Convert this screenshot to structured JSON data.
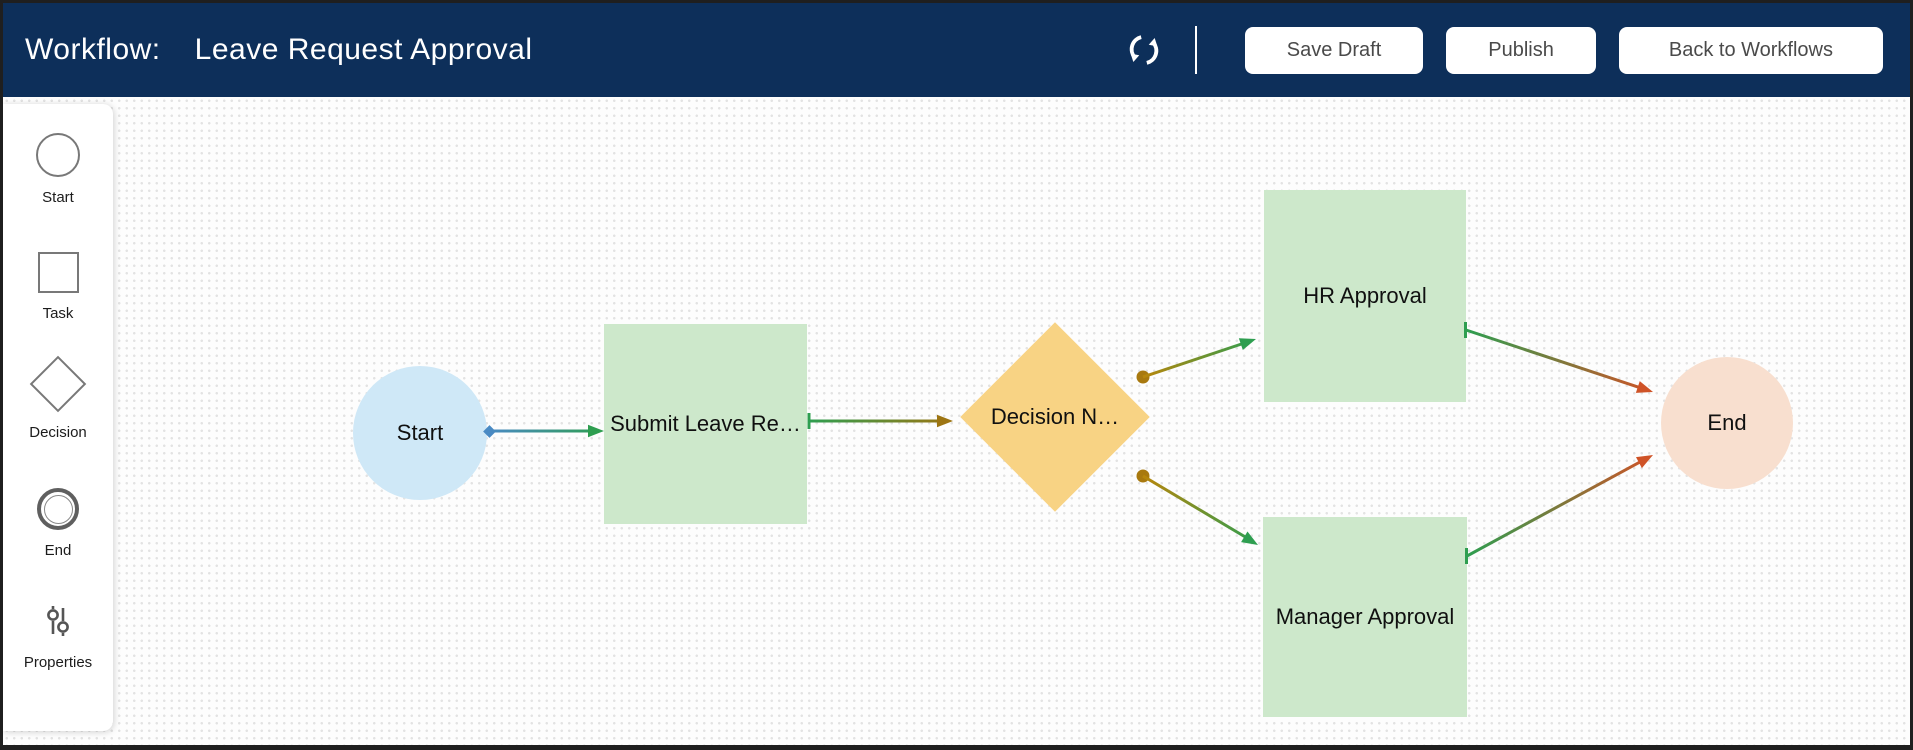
{
  "header": {
    "title_prefix": "Workflow:",
    "workflow_name": "Leave Request Approval",
    "refresh_icon": "refresh-cycle-icon",
    "buttons": {
      "save_draft": "Save Draft",
      "publish": "Publish",
      "back": "Back to Workflows"
    },
    "colors": {
      "bar_bg": "#0d2f5a",
      "button_bg": "#ffffff",
      "button_text": "#4a4a4a"
    }
  },
  "palette": {
    "items": [
      {
        "label": "Start",
        "shape": "circle"
      },
      {
        "label": "Task",
        "shape": "square"
      },
      {
        "label": "Decision",
        "shape": "diamond"
      },
      {
        "label": "End",
        "shape": "double-circle"
      },
      {
        "label": "Properties",
        "shape": "sliders"
      }
    ]
  },
  "canvas": {
    "nodes": [
      {
        "id": "start",
        "type": "start",
        "label": "Start",
        "color": "#cfe8f7"
      },
      {
        "id": "submit-leave-request",
        "type": "task",
        "label": "Submit Leave Re…",
        "color": "#cde8cb"
      },
      {
        "id": "decision-node",
        "type": "decision",
        "label": "Decision N…",
        "color": "#f8d384"
      },
      {
        "id": "hr-approval",
        "type": "task",
        "label": "HR Approval",
        "color": "#cde8cb"
      },
      {
        "id": "manager-approval",
        "type": "task",
        "label": "Manager Approval",
        "color": "#cde8cb"
      },
      {
        "id": "end",
        "type": "end",
        "label": "End",
        "color": "#f8dfcf"
      }
    ],
    "edges": [
      {
        "from": "start",
        "to": "submit-leave-request",
        "colors": [
          "#4a8ac4",
          "#2e9e50"
        ]
      },
      {
        "from": "submit-leave-request",
        "to": "decision-node",
        "colors": [
          "#2e9e50",
          "#9d7512"
        ]
      },
      {
        "from": "decision-node",
        "to": "hr-approval",
        "colors": [
          "#b8860b",
          "#2e9e50"
        ]
      },
      {
        "from": "decision-node",
        "to": "manager-approval",
        "colors": [
          "#b8860b",
          "#2e9e50"
        ]
      },
      {
        "from": "hr-approval",
        "to": "end",
        "colors": [
          "#2e9e50",
          "#cf5327"
        ]
      },
      {
        "from": "manager-approval",
        "to": "end",
        "colors": [
          "#2e9e50",
          "#cf5327"
        ]
      }
    ]
  }
}
